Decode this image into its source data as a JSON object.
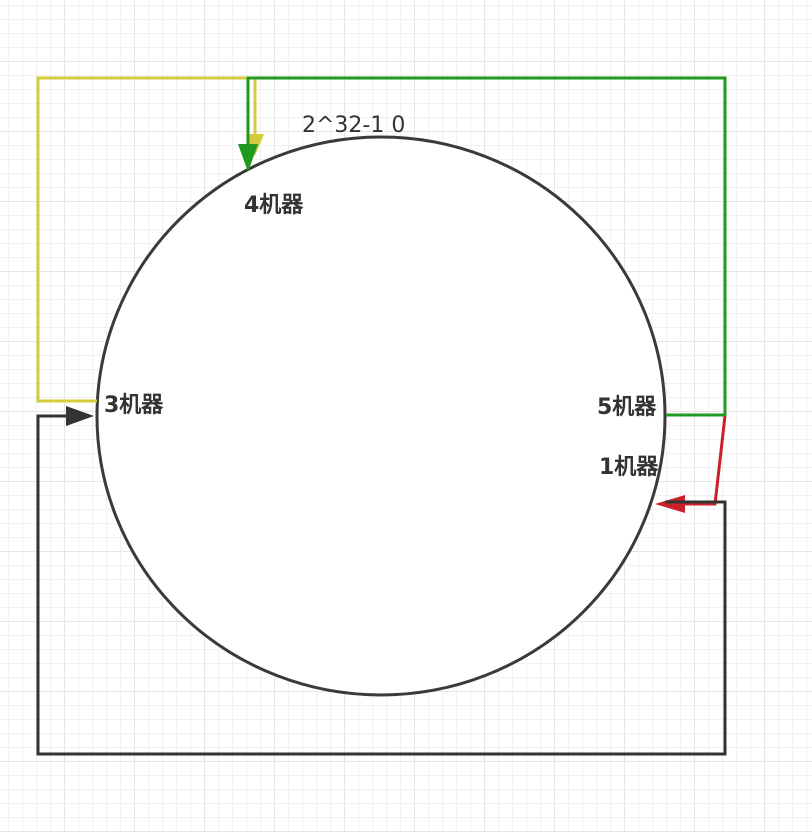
{
  "diagram": {
    "ring_label": "2^32-1 0",
    "nodes": [
      {
        "id": "node-4",
        "label": "4机器"
      },
      {
        "id": "node-3",
        "label": "3机器"
      },
      {
        "id": "node-5",
        "label": "5机器"
      },
      {
        "id": "node-1",
        "label": "1机器"
      }
    ],
    "colors": {
      "ring": "#333333",
      "yellow_edge": "#d4cc3c",
      "green_edge": "#1f9a1f",
      "red_edge": "#cc1f2a",
      "black_edge": "#333333",
      "grid": "#e6e6e6"
    }
  }
}
